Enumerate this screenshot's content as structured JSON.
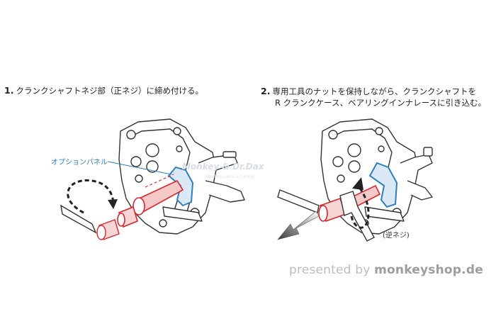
{
  "steps": [
    {
      "number": "1.",
      "text": "クランクシャフトネジ部（正ネジ）に締め付ける。"
    },
    {
      "number": "2.",
      "line1": "専用工具のナットを保持しながら、クランクシャフトを",
      "line2": "R クランクケース、ベアリングインナレースに引き込む。"
    }
  ],
  "labels": {
    "option_panel": "オプションパネル",
    "reverse_thread": "(逆ネジ)"
  },
  "watermark": {
    "main": "Monkey & Dr.Dax",
    "sub": "Monkey parts & tuning"
  },
  "footer": {
    "prefix": "presented by ",
    "brand": "monkeyshop.de"
  },
  "colors": {
    "line": "#333333",
    "tool_red": "#d9262c",
    "panel_blue": "#2e7fc0",
    "panel_fill": "#dbe9f6",
    "arrow_dark": "#4a4a4a"
  }
}
